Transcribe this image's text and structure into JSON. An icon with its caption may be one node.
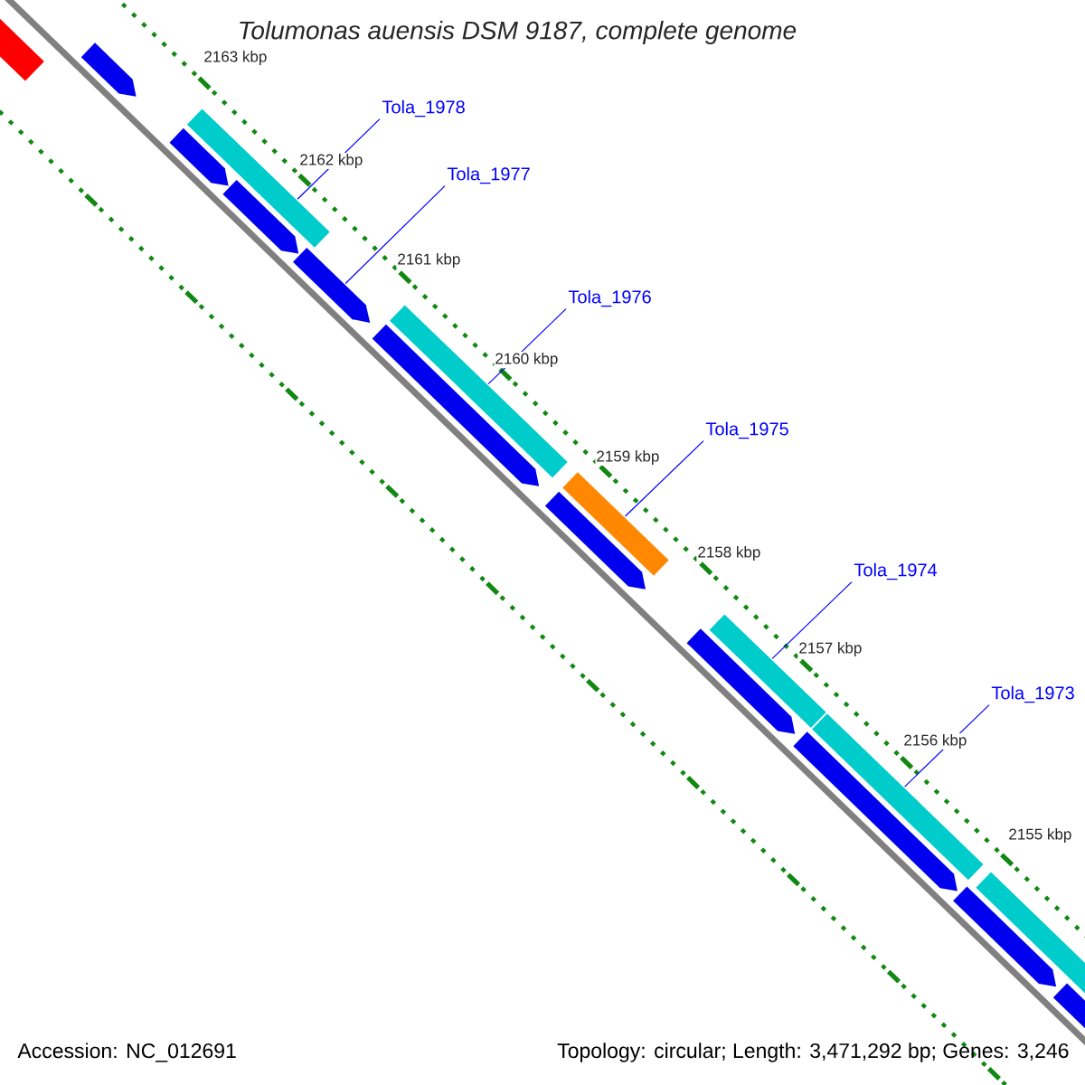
{
  "diagram": {
    "title": "Tolumonas auensis DSM 9187, complete genome",
    "nodes": [
      {
        "text": [
          "Tola_1978"
        ]
      },
      {
        "text": [],
        "shape": "bar"
      },
      {
        "text": [
          "Tola_1977"
        ]
      },
      {
        "text": [],
        "shape": "arrow"
      },
      {
        "text": [
          "Tola_1976"
        ]
      },
      {
        "text": [],
        "shape": "bar"
      },
      {
        "text": [
          "Tola_1975"
        ]
      },
      {
        "text": [],
        "shape": "bar"
      },
      {
        "text": [
          "Tola_1974"
        ]
      },
      {
        "text": [],
        "shape": "bar"
      },
      {
        "text": [
          "Tola_1973"
        ]
      },
      {
        "text": [],
        "shape": "bar"
      }
    ],
    "edges": [
      {
        "from": 0,
        "to": 1,
        "arrow": "none"
      },
      {
        "from": 2,
        "to": 3,
        "arrow": "none"
      },
      {
        "from": 4,
        "to": 5,
        "arrow": "none"
      },
      {
        "from": 6,
        "to": 7,
        "arrow": "none"
      },
      {
        "from": 8,
        "to": 9,
        "arrow": "none"
      },
      {
        "from": 10,
        "to": 11,
        "arrow": "none"
      }
    ],
    "labels": [
      "2163 kbp",
      "2162 kbp",
      "2161 kbp",
      "2160 kbp",
      "2159 kbp",
      "2158 kbp",
      "2157 kbp",
      "2156 kbp",
      "2155 kbp",
      "Accession: NC_012691",
      "Topology: circular; Length: 3,471,292 bp; Genes: 3,246"
    ]
  }
}
